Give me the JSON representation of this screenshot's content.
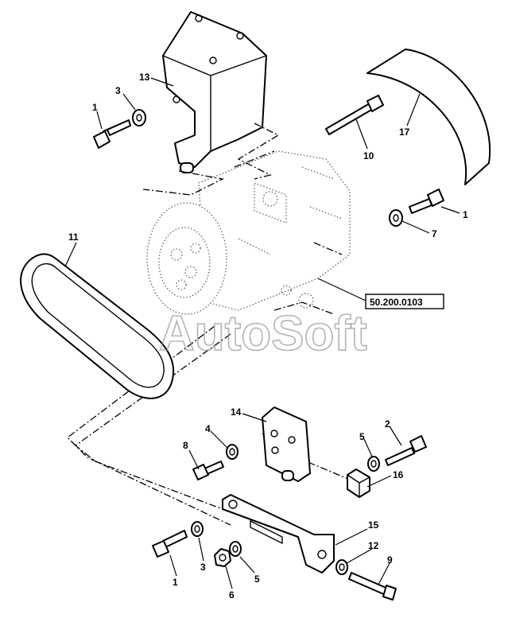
{
  "watermark": "AutoSoft",
  "reference_label": "50.200.0103",
  "callouts": {
    "c13": "13",
    "c3_top": "3",
    "c1_top": "1",
    "c10": "10",
    "c17": "17",
    "c1_right": "1",
    "c7": "7",
    "c11": "11",
    "c14": "14",
    "c4": "4",
    "c8": "8",
    "c5_mid": "5",
    "c2": "2",
    "c16": "16",
    "c15": "15",
    "c12": "12",
    "c9": "9",
    "c1_bottom": "1",
    "c3_bottom": "3",
    "c6": "6",
    "c5_bottom": "5"
  }
}
